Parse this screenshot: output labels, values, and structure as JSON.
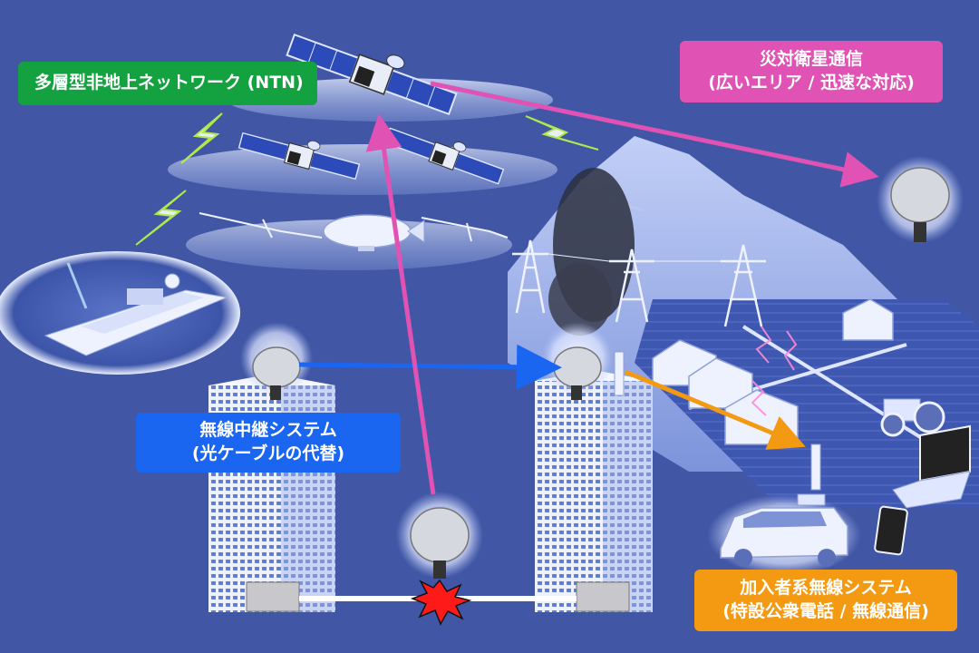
{
  "labels": {
    "ntn": {
      "line1": "多層型非地上ネットワーク (NTN)"
    },
    "satellite": {
      "line1": "災対衛星通信",
      "line2": "(広いエリア / 迅速な対応)"
    },
    "relay": {
      "line1": "無線中継システム",
      "line2": "(光ケーブルの代替)"
    },
    "subscriber": {
      "line1": "加入者系無線システム",
      "line2": "(特設公衆電話 / 無線通信)"
    }
  },
  "colors": {
    "background": "#4157a6",
    "ntn": "#14a140",
    "satellite": "#e052b4",
    "relay": "#1a66f0",
    "subscriber": "#f49a12",
    "break": "#ff1a1a"
  },
  "icons": [
    "satellite-icon",
    "airship-icon",
    "drone-icon",
    "ship-icon",
    "parabolic-antenna-icon",
    "building-icon",
    "pylon-icon",
    "house-icon",
    "tractor-icon",
    "car-icon",
    "laptop-icon",
    "tablet-icon",
    "lightning-icon"
  ]
}
